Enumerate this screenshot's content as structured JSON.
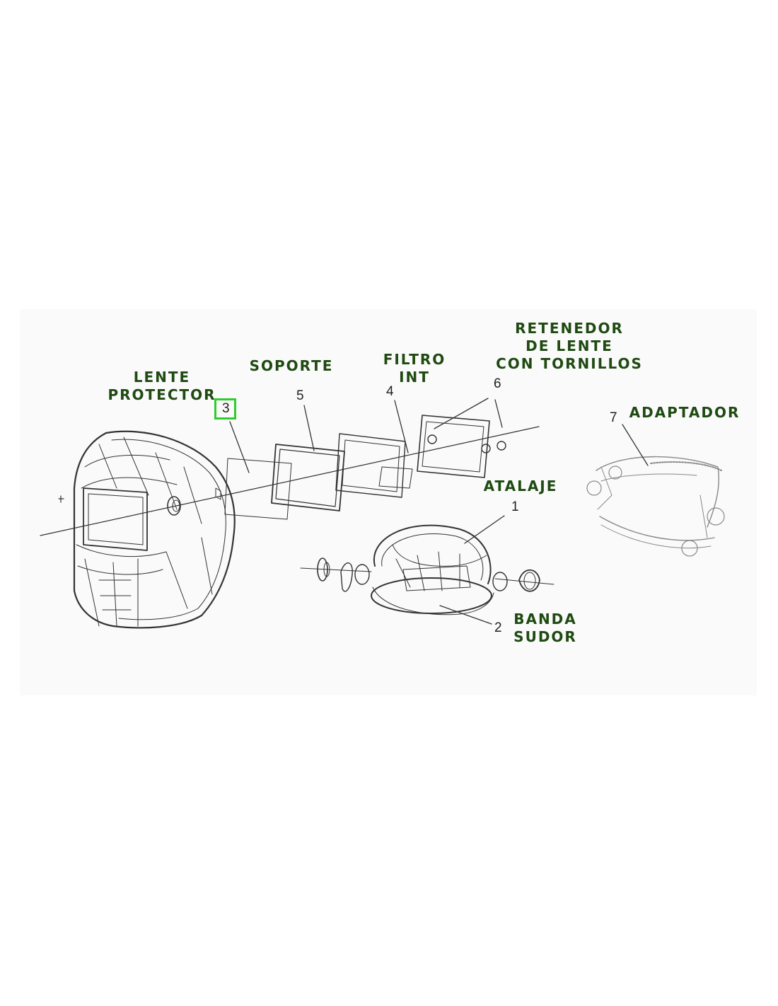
{
  "labels": {
    "lente_protector": [
      "LENTE",
      "PROTECTOR"
    ],
    "soporte": "SOPORTE",
    "filtro_int": [
      "FILTRO",
      "INT"
    ],
    "retenedor": [
      "RETENEDOR",
      "DE LENTE",
      "CON TORNILLOS"
    ],
    "adaptador": "ADAPTADOR",
    "atalaje": "ATALAJE",
    "banda_sudor": [
      "BANDA",
      "SUDOR"
    ]
  },
  "part_numbers": {
    "atalaje": "1",
    "banda_sudor": "2",
    "lente_protector": "3",
    "filtro_int": "4",
    "soporte": "5",
    "retenedor": "6",
    "adaptador": "7"
  },
  "colors": {
    "label_text": "#1f4a12",
    "highlight": "#2ecc2e",
    "line_art": "#333333"
  }
}
